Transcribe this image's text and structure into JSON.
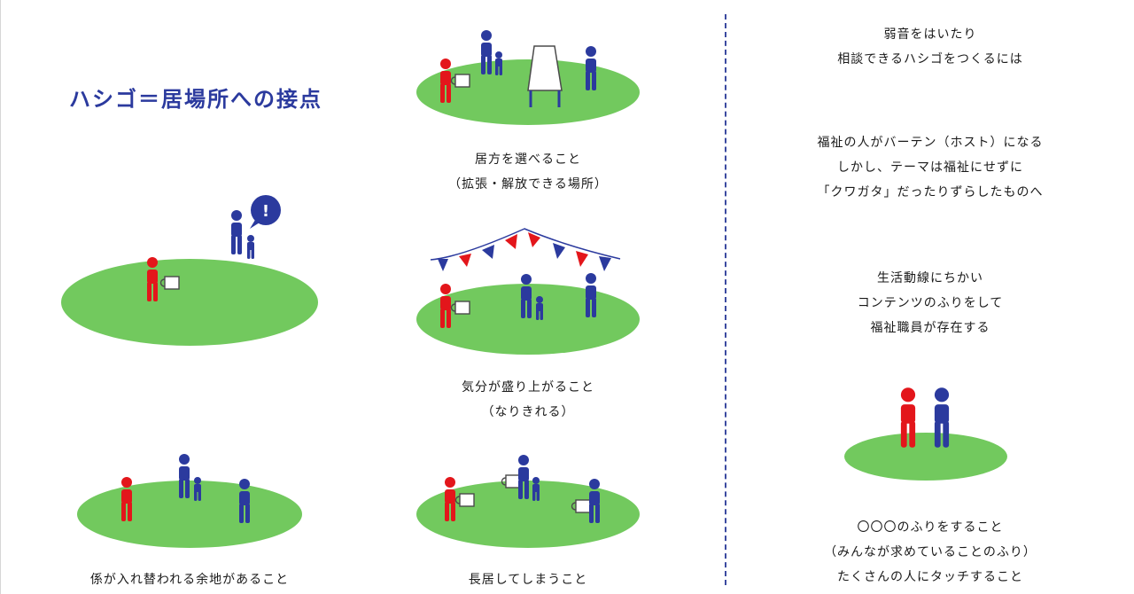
{
  "title": "ハシゴ＝居場所への接点",
  "captions": {
    "top_center": [
      "居方を選べること",
      "（拡張・解放できる場所）"
    ],
    "mid_center": [
      "気分が盛り上がること",
      "（なりきれる）"
    ],
    "bottom_left": [
      "係が入れ替われる余地があること"
    ],
    "bottom_center": [
      "長居してしまうこと"
    ]
  },
  "right_column": {
    "block1": [
      "弱音をはいたり",
      "相談できるハシゴをつくるには"
    ],
    "block2": [
      "福祉の人がバーテン（ホスト）になる",
      "しかし、テーマは福祉にせずに",
      "「クワガタ」だったりずらしたものへ"
    ],
    "block3": [
      "生活動線にちかい",
      "コンテンツのふりをして",
      "福祉職員が存在する"
    ],
    "block4": [
      "〇〇〇のふりをすること",
      "（みんなが求めていることのふり）",
      "たくさんの人にタッチすること"
    ]
  },
  "speech_bubble": {
    "mark": "!"
  },
  "colors": {
    "grass": "#72c95e",
    "person_blue": "#2b3a9e",
    "person_red": "#e3161b",
    "title_blue": "#2b3a9e",
    "divider": "#3b4aa0"
  },
  "icons": [
    "person-blue-icon",
    "person-red-icon",
    "mug-icon",
    "table-icon",
    "bunting-icon",
    "speech-bubble-icon"
  ]
}
